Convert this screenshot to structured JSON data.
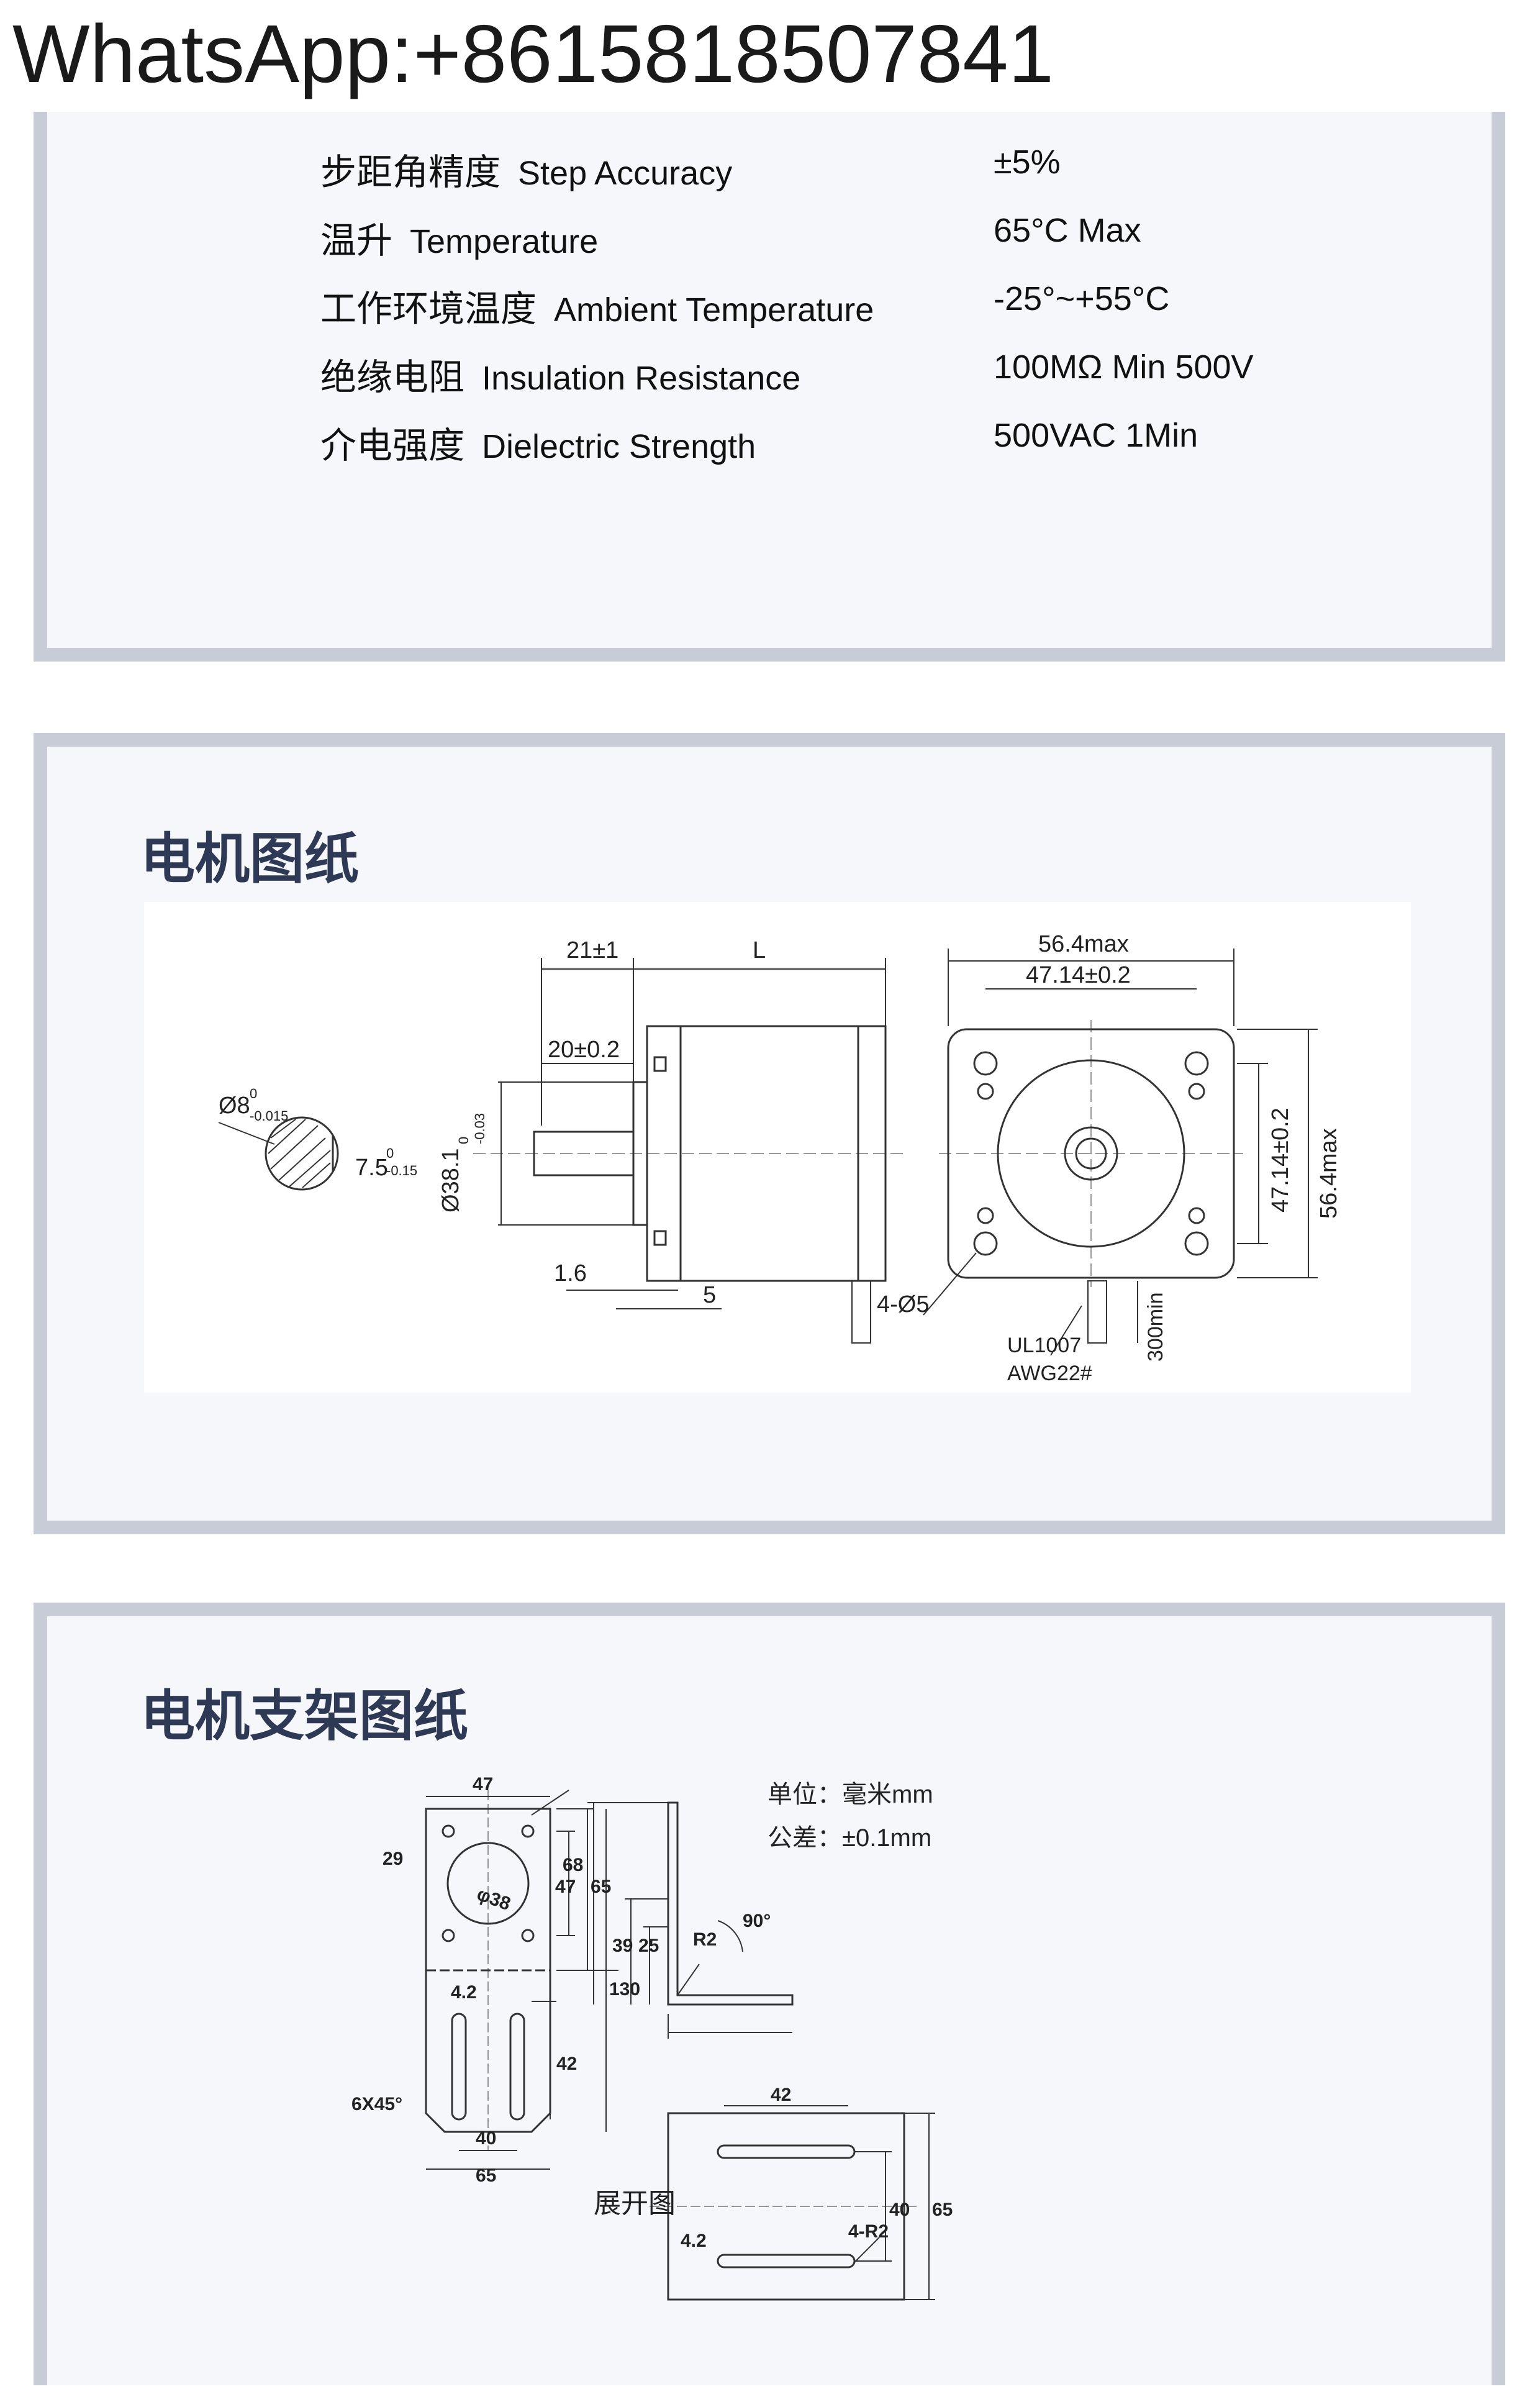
{
  "banner": {
    "text": "WhatsApp:+8615818507841"
  },
  "specs": {
    "rows": [
      {
        "cn": "步距角精度",
        "en": "Step Accuracy",
        "value": "±5%"
      },
      {
        "cn": "温升",
        "en": "Temperature",
        "value": "65°C Max"
      },
      {
        "cn": "工作环境温度",
        "en": "Ambient Temperature",
        "value": "-25°~+55°C"
      },
      {
        "cn": "绝缘电阻",
        "en": "Insulation Resistance",
        "value": "100MΩ Min 500V"
      },
      {
        "cn": "介电强度",
        "en": "Dielectric Strength",
        "value": "500VAC 1Min"
      }
    ]
  },
  "motor_drawing": {
    "title": "电机图纸",
    "labels": {
      "shaft_dia": "Ø8",
      "shaft_dia_tol_top": "0",
      "shaft_dia_tol_bottom": "-0.015",
      "flat": "7.5",
      "flat_tol_top": "0",
      "flat_tol_bottom": "-0.15",
      "boss_dia": "Ø38.1",
      "boss_tol_top": "0",
      "boss_tol_bottom": "-0.03",
      "shaft_len": "21±1",
      "body_len": "L",
      "flat_len": "20±0.2",
      "boss_h": "1.6",
      "flange_t": "5",
      "width_max": "56.4max",
      "hole_pitch": "47.14±0.2",
      "hole_pitch_v": "47.14±0.2",
      "height_max": "56.4max",
      "holes": "4-Ø5",
      "wire_type": "UL1007",
      "wire_gauge": "AWG22#",
      "wire_len": "300min"
    }
  },
  "bracket_drawing": {
    "title": "电机支架图纸",
    "unit_label": "单位：毫米mm",
    "tolerance_label": "公差：±0.1mm",
    "unfold_label": "展开图",
    "labels": {
      "top_w": "47",
      "left_29": "29",
      "phi38": "φ38",
      "d47": "47",
      "d65": "65",
      "d130": "130",
      "slot_w": "4.2",
      "d42": "42",
      "chamfer": "6X45°",
      "d40": "40",
      "bottom_65": "65",
      "side_68": "68",
      "side_39": "39",
      "side_25": "25",
      "radius": "R2",
      "angle": "90°",
      "bv_42": "42",
      "bv_40": "40",
      "bv_65": "65",
      "bv_r": "4-R2",
      "bv_42w": "4.2"
    }
  }
}
